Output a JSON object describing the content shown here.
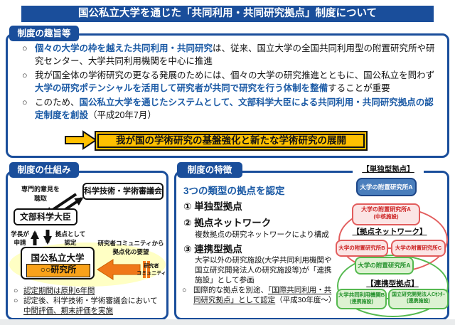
{
  "title": "国公私立大学を通じた「共同利用・共同研究拠点」制度について",
  "bullet_marker": "○",
  "colors": {
    "primary_blue": "#1a4e9b",
    "accent_blue": "#1b5aa5",
    "highlight_yellow": "#ffc000",
    "arrow_orange": "#f07818",
    "institute_orange": "#f9a21a",
    "node_blue": "#4a7ebc",
    "pink_border": "#e25d5d",
    "green_border": "#55b94f"
  },
  "purpose": {
    "tab": "制度の趣旨等",
    "bullets": [
      {
        "pre": "",
        "em": "個々の大学の枠を越えた共同利用・共同研究",
        "post": "は、従来、国立大学の全国共同利用型の附置研究所や研究センター、大学共同利用機関を中心に推進"
      },
      {
        "pre": "我が国全体の学術研究の更なる発展のためには、個々の大学の研究推進とともに、国公私立を問わず",
        "em": "大学の研究ポテンシャルを活用して研究者が共同で研究を行う体制を整備",
        "post": "することが重要"
      },
      {
        "pre": "このため、",
        "em": "国公私立大学を通じたシステムとして、文部科学大臣による共同利用・共同研究拠点の認定制度を創設",
        "post": "（平成20年7月）"
      }
    ],
    "outcome": "我が国の学術研究の基盤強化と新たな学術研究の展開"
  },
  "mechanism": {
    "tab": "制度の仕組み",
    "council": "科学技術・学術審議会",
    "minister": "文部科学大臣",
    "expert_label": "専門的意見を\n聴取",
    "apply_label": "学長が\n申請",
    "certify_label": "拠点として\n認定",
    "university": "国公私立大学",
    "institute": "○○研究所",
    "request_label": "研究者コミュニティから\n拠点化の要望",
    "community_label": "研究者\nコミュニティ",
    "notes": [
      {
        "pre": "",
        "u": "認定期間は原則6年間",
        "post": ""
      },
      {
        "pre": "認定後、科学技術・学術審議会において",
        "u": "中間評価、期末評価を実施",
        "post": ""
      }
    ]
  },
  "features": {
    "tab": "制度の特徴",
    "heading": "3つの類型の拠点を認定",
    "types": [
      {
        "num": "①",
        "name": "単独型拠点",
        "desc": ""
      },
      {
        "num": "②",
        "name": "拠点ネットワーク",
        "desc": "複数拠点の研究ネットワークにより構成"
      },
      {
        "num": "③",
        "name": "連携型拠点",
        "desc": "大学以外の研究施設(大学共同利用機関や国立研究開発法人の研究施設等)が「連携施設」として参画"
      }
    ],
    "note": {
      "pre": "国際的な拠点を別途、",
      "u": "「国際共同利用・共同研究拠点」として認定",
      "post": "（平成30年度～）"
    }
  },
  "diagram": {
    "single_label": "【単独型拠点】",
    "single_box": "大学の附置研究所A",
    "network_label": "【拠点ネットワーク】",
    "network_core": "大学の附置研究所A",
    "network_core_sub": "(中核施設)",
    "network_b": "大学の附置研究所B",
    "network_c": "大学の附置研究所C",
    "alliance_label": "【連携型拠点】",
    "alliance_core": "大学の附置研究所A",
    "alliance_b": "大学共同利用機関B",
    "alliance_b_sub": "(連携施設)",
    "alliance_c": "国立研究開発法人Cｾﾝﾀｰ",
    "alliance_c_sub": "(連携施設)"
  }
}
